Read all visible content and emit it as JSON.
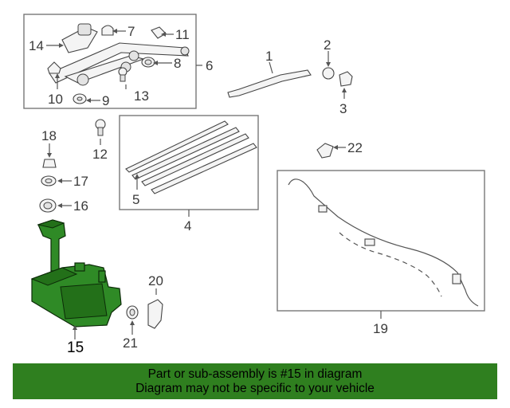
{
  "callouts": {
    "c1": "1",
    "c2": "2",
    "c3": "3",
    "c4": "4",
    "c5": "5",
    "c6": "6",
    "c7": "7",
    "c8": "8",
    "c9": "9",
    "c10": "10",
    "c11": "11",
    "c12": "12",
    "c13": "13",
    "c14": "14",
    "c15": "15",
    "c16": "16",
    "c17": "17",
    "c18": "18",
    "c19": "19",
    "c20": "20",
    "c21": "21",
    "c22": "22"
  },
  "highlighted_part": "15",
  "highlight_color": "#2f7f1f",
  "banner": {
    "line1": "Part or sub-assembly is #15 in diagram",
    "line2": "Diagram may not be specific to your vehicle"
  }
}
